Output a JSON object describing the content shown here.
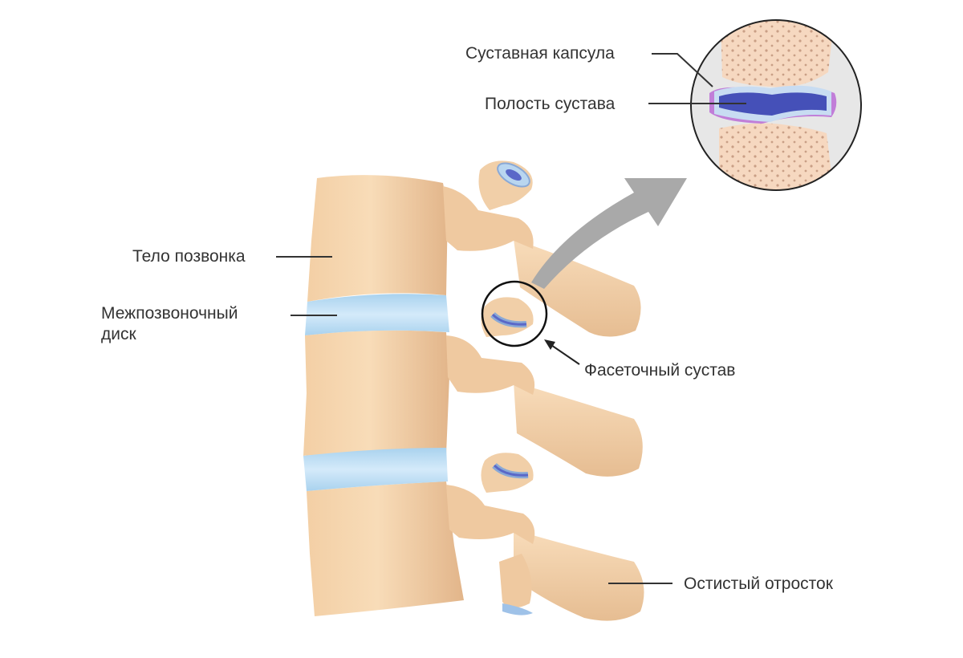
{
  "labels": {
    "joint_capsule": "Суставная капсула",
    "joint_cavity": "Полость сустава",
    "vertebral_body": "Тело позвонка",
    "intervertebral_disc_line1": "Межпозвоночный",
    "intervertebral_disc_line2": "диск",
    "facet_joint": "Фасеточный сустав",
    "spinous_process": "Остистый отросток"
  },
  "colors": {
    "bone": "#f6d7b0",
    "bone_shade": "#e3b98e",
    "disc": "#bcdcf2",
    "cartilage": "#cfe3f5",
    "joint_cavity": "#4a56c0",
    "capsule": "#b57ad6",
    "arrow": "#a8a8a8",
    "text": "#333333"
  }
}
